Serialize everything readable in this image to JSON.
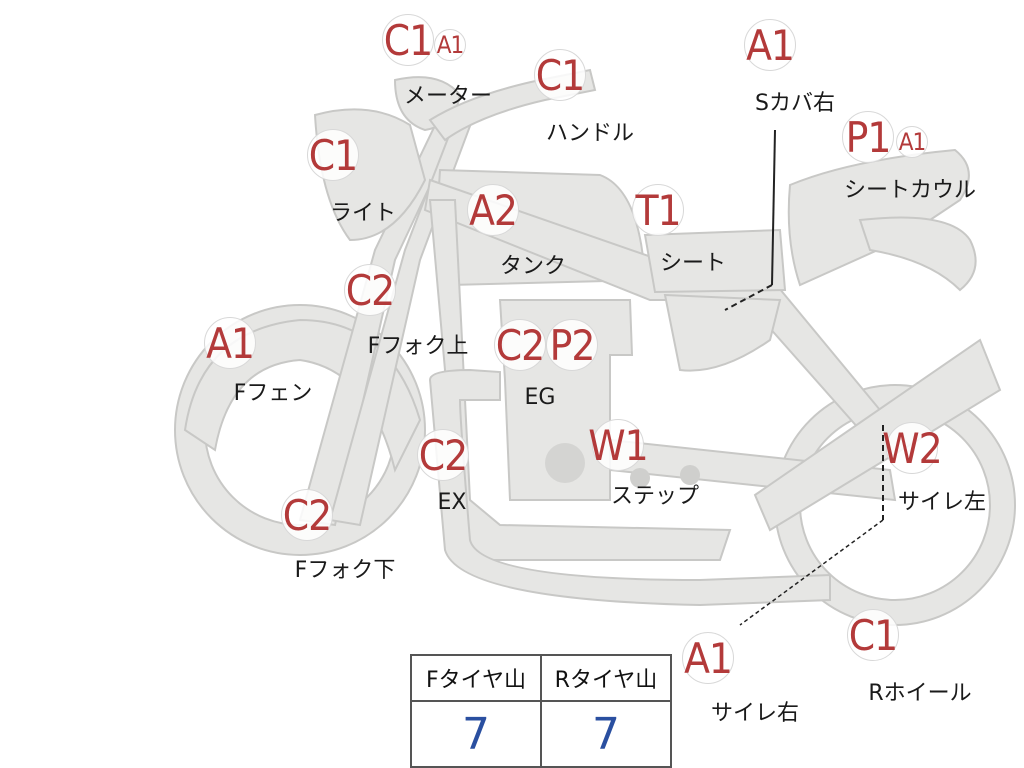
{
  "colors": {
    "badge_text": "#b33a3a",
    "body_fill": "#e6e6e4",
    "outline": "#c8c8c6",
    "value_text": "#2a4fa0"
  },
  "parts": [
    {
      "id": "meter",
      "label": "メーター",
      "grades": [
        "C1",
        "A1"
      ]
    },
    {
      "id": "handle",
      "label": "ハンドル",
      "grades": [
        "C1"
      ]
    },
    {
      "id": "side-cover-right",
      "label": "Sカバ右",
      "grades": [
        "A1"
      ]
    },
    {
      "id": "seat-cowl",
      "label": "シートカウル",
      "grades": [
        "P1",
        "A1"
      ]
    },
    {
      "id": "light",
      "label": "ライト",
      "grades": [
        "C1"
      ]
    },
    {
      "id": "tank",
      "label": "タンク",
      "grades": [
        "A2"
      ]
    },
    {
      "id": "seat",
      "label": "シート",
      "grades": [
        "T1"
      ]
    },
    {
      "id": "f-fork-upper",
      "label": "Fフォク上",
      "grades": [
        "C2"
      ]
    },
    {
      "id": "f-fender",
      "label": "Fフェン",
      "grades": [
        "A1"
      ]
    },
    {
      "id": "engine",
      "label": "EG",
      "grades": [
        "C2",
        "P2"
      ]
    },
    {
      "id": "exhaust",
      "label": "EX",
      "grades": [
        "C2"
      ]
    },
    {
      "id": "step",
      "label": "ステップ",
      "grades": [
        "W1"
      ]
    },
    {
      "id": "muffler-left",
      "label": "サイレ左",
      "grades": [
        "W2"
      ]
    },
    {
      "id": "f-fork-lower",
      "label": "Fフォク下",
      "grades": [
        "C2"
      ]
    },
    {
      "id": "muffler-right",
      "label": "サイレ右",
      "grades": [
        "A1"
      ]
    },
    {
      "id": "r-wheel",
      "label": "Rホイール",
      "grades": [
        "C1"
      ]
    }
  ],
  "tire_table": {
    "headers": [
      "Fタイヤ山",
      "Rタイヤ山"
    ],
    "values": [
      "7",
      "7"
    ]
  }
}
